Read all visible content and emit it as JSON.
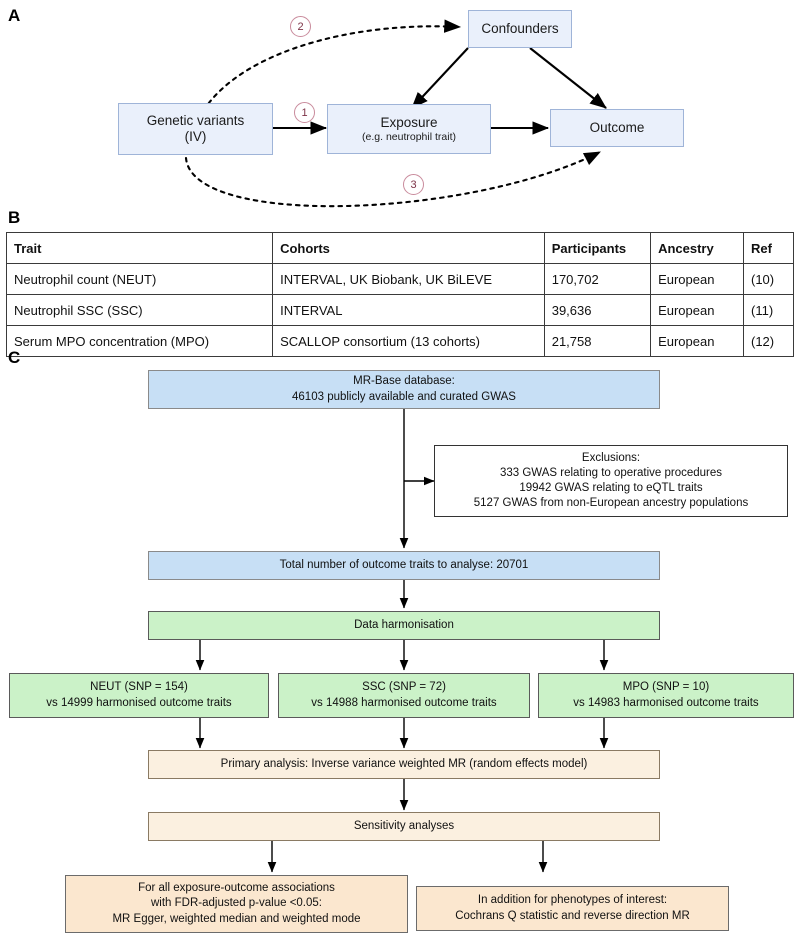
{
  "figure": {
    "panels": [
      {
        "letter": "A"
      },
      {
        "letter": "B"
      },
      {
        "letter": "C"
      }
    ]
  },
  "panel_a": {
    "letter": "A",
    "nodes": {
      "genetic_variants": {
        "line1": "Genetic variants",
        "line2": "(IV)"
      },
      "exposure": {
        "line1": "Exposure",
        "line2": "(e.g. neutrophil trait)"
      },
      "confounders": {
        "line1": "Confounders"
      },
      "outcome": {
        "line1": "Outcome"
      }
    },
    "assumption_markers": [
      {
        "id": "1",
        "label": "1"
      },
      {
        "id": "2",
        "label": "2"
      },
      {
        "id": "3",
        "label": "3"
      }
    ]
  },
  "panel_b": {
    "letter": "B",
    "table": {
      "columns": [
        "Trait",
        "Cohorts",
        "Participants",
        "Ancestry",
        "Ref"
      ],
      "rows": [
        {
          "trait": "Neutrophil count (NEUT)",
          "cohorts": "INTERVAL, UK Biobank, UK BiLEVE",
          "participants": "170,702",
          "ancestry": "European",
          "ref": "(10)"
        },
        {
          "trait": "Neutrophil SSC (SSC)",
          "cohorts": "INTERVAL",
          "participants": "39,636",
          "ancestry": "European",
          "ref": "(11)"
        },
        {
          "trait": "Serum MPO concentration (MPO)",
          "cohorts": "SCALLOP consortium (13 cohorts)",
          "participants": "21,758",
          "ancestry": "European",
          "ref": "(12)"
        }
      ]
    }
  },
  "panel_c": {
    "letter": "C",
    "boxes": {
      "database": {
        "line1": "MR-Base database:",
        "line2": "46103 publicly available and curated GWAS"
      },
      "exclusions": {
        "line1": "Exclusions:",
        "line2": "333 GWAS relating to operative procedures",
        "line3": "19942 GWAS relating to eQTL traits",
        "line4": "5127 GWAS from non-European ancestry populations"
      },
      "total_outcomes": {
        "line1": "Total number of outcome traits to analyse: 20701"
      },
      "harmonisation": {
        "line1": "Data harmonisation"
      },
      "neut": {
        "line1": "NEUT (SNP = 154)",
        "line2": "vs 14999 harmonised outcome traits"
      },
      "ssc": {
        "line1": "SSC (SNP = 72)",
        "line2": "vs 14988 harmonised outcome traits"
      },
      "mpo": {
        "line1": "MPO (SNP = 10)",
        "line2": "vs 14983 harmonised outcome traits"
      },
      "primary": {
        "line1": "Primary analysis: Inverse variance weighted MR (random effects model)"
      },
      "sensitivity": {
        "line1": "Sensitivity analyses"
      },
      "sens_all": {
        "line1": "For all exposure-outcome associations",
        "line2": "with FDR-adjusted p-value <0.05:",
        "line3": "MR Egger, weighted median and weighted mode"
      },
      "sens_interest": {
        "line1": "In addition for phenotypes of interest:",
        "line2": "Cochrans Q statistic and reverse direction MR"
      }
    }
  },
  "colors": {
    "dag_fill": "#eaf0fb",
    "dag_border": "#9fb4d8",
    "marker_border": "#c98b9c",
    "flow_blue": "#c7dff5",
    "flow_green": "#cbf2c8",
    "flow_tan": "#fbf0e0",
    "flow_tan_dark": "#fbe7cf",
    "flow_white": "#ffffff",
    "arrow": "#000000"
  }
}
